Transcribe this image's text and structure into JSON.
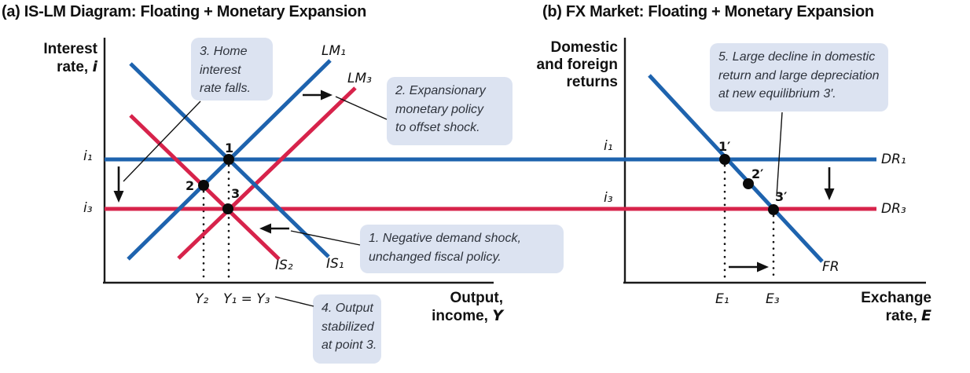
{
  "panel_a": {
    "title": "(a) IS-LM Diagram: Floating + Monetary Expansion",
    "y_axis_label": {
      "line1": "Interest",
      "line2_pre": "rate, ",
      "line2_var": "i"
    },
    "x_axis_label": {
      "line1": "Output,",
      "line2_pre": "income, ",
      "line2_var": "Y"
    },
    "curve_labels": {
      "lm1": "LM₁",
      "lm3": "LM₃",
      "is1": "IS₁",
      "is2": "IS₂"
    },
    "level_labels": {
      "i1": "i₁",
      "i3": "i₃"
    },
    "tick_labels": {
      "y2": "Y₂",
      "y1y3": "Y₁ = Y₃"
    },
    "point_labels": {
      "p1": "1",
      "p2": "2",
      "p3": "3"
    },
    "annotations": {
      "note1": {
        "lines": [
          "1. Negative demand shock,",
          "unchanged fiscal policy."
        ]
      },
      "note2": {
        "lines": [
          "2. Expansionary",
          "monetary policy",
          "to offset shock."
        ]
      },
      "note3": {
        "lines": [
          "3. Home",
          "interest",
          "rate falls."
        ]
      },
      "note4": {
        "lines": [
          "4. Output",
          "stabilized",
          "at point 3."
        ]
      }
    }
  },
  "panel_b": {
    "title": "(b) FX Market: Floating + Monetary Expansion",
    "y_axis_label": {
      "line1": "Domestic",
      "line2": "and foreign",
      "line3": "returns"
    },
    "x_axis_label": {
      "line1": "Exchange",
      "line2_pre": "rate, ",
      "line2_var": "E"
    },
    "curve_labels": {
      "dr1": "DR₁",
      "dr3": "DR₃",
      "fr": "FR"
    },
    "level_labels": {
      "i1": "i₁",
      "i3": "i₃"
    },
    "tick_labels": {
      "e1": "E₁",
      "e3": "E₃"
    },
    "point_labels": {
      "p1": "1′",
      "p2": "2′",
      "p3": "3′"
    },
    "annotations": {
      "note5": {
        "lines": [
          "5. Large decline in domestic",
          "return and large depreciation",
          "at new equilibrium 3′."
        ]
      }
    }
  },
  "colors": {
    "curve_blue": "#1e63ae",
    "curve_red": "#d7234b",
    "note_background": "#dce3f1",
    "note_text": "#2e333c",
    "axis_black": "#1a1a1a"
  }
}
